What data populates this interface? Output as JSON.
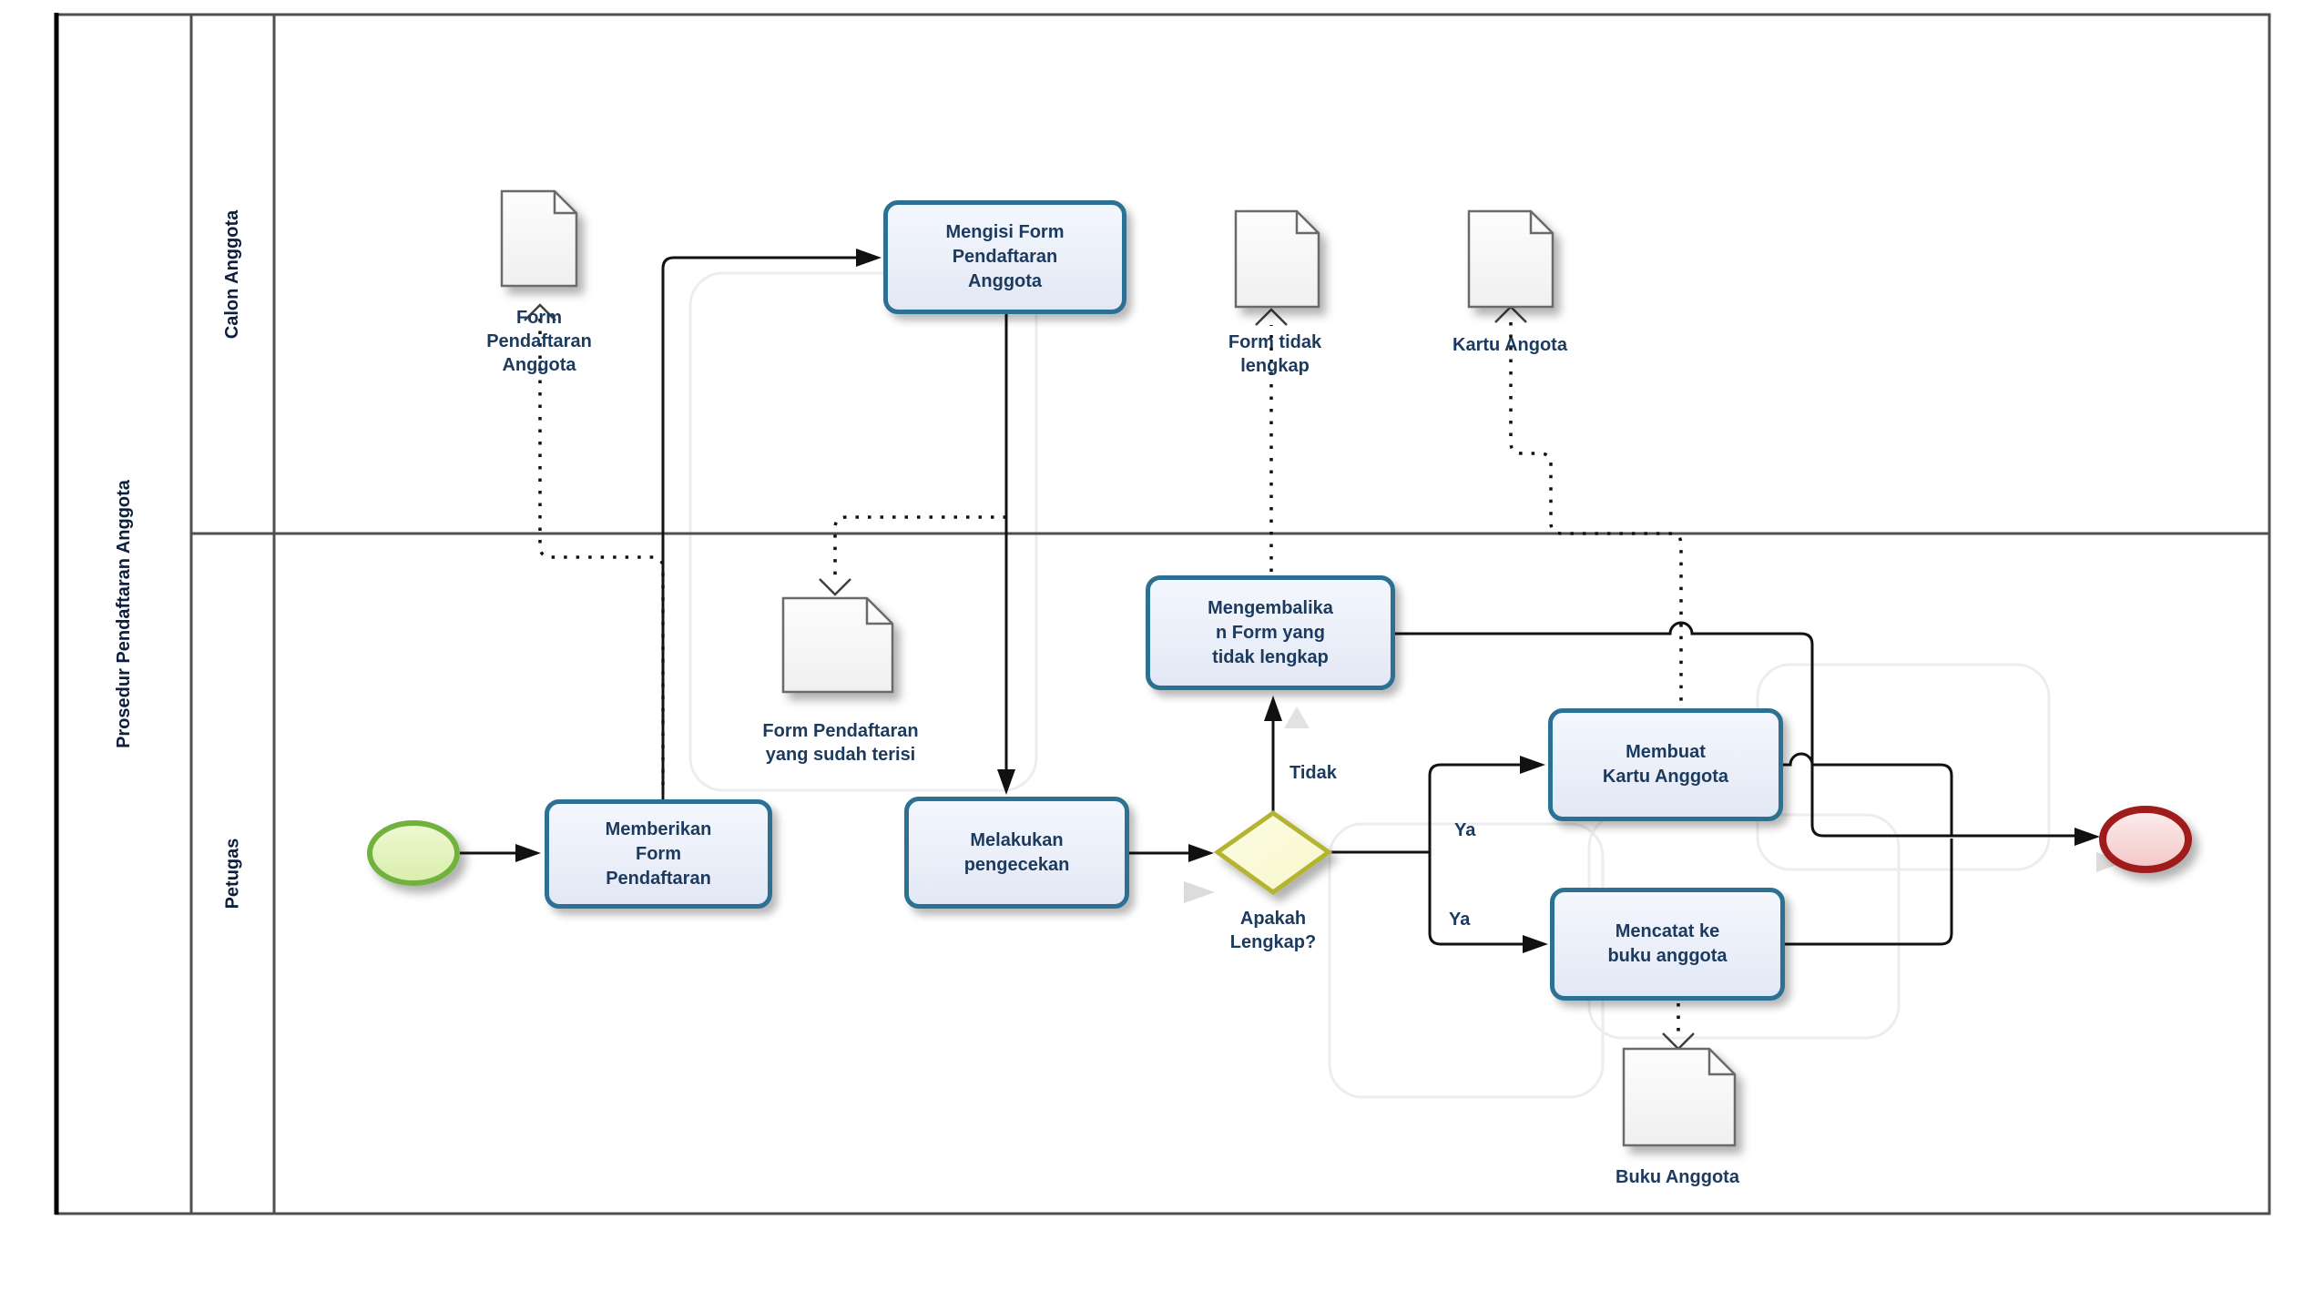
{
  "pool": {
    "title": "Prosedur Pendaftaran Anggota"
  },
  "lanes": [
    {
      "id": "calon-anggota",
      "label": "Calon Anggota"
    },
    {
      "id": "petugas",
      "label": "Petugas"
    }
  ],
  "tasks": {
    "memberikan": {
      "label": "Memberikan\nForm\nPendaftaran"
    },
    "mengisi": {
      "label": "Mengisi Form\nPendaftaran\nAnggota"
    },
    "melakukan": {
      "label": "Melakukan\npengecekan"
    },
    "mengembalikan": {
      "label": "Mengembalika\nn Form yang\ntidak lengkap"
    },
    "membuat": {
      "label": "Membuat\nKartu Anggota"
    },
    "mencatat": {
      "label": "Mencatat ke\nbuku anggota"
    }
  },
  "gateway": {
    "label": "Apakah\nLengkap?"
  },
  "events": {
    "start": "start-event",
    "end": "end-event"
  },
  "documents": {
    "form_pendaftaran": {
      "label": "Form\nPendaftaran\nAnggota"
    },
    "form_terisi": {
      "label": "Form Pendaftaran\nyang sudah terisi"
    },
    "form_tidak_lengkap": {
      "label": "Form tidak\nlengkap"
    },
    "kartu_angota": {
      "label": "Kartu Angota"
    },
    "buku_anggota": {
      "label": "Buku Anggota"
    }
  },
  "edge_labels": {
    "tidak": "Tidak",
    "ya_top": "Ya",
    "ya_bottom": "Ya"
  },
  "colors": {
    "task_border": "#2c7093",
    "task_fill": "#eef2fa",
    "gateway_border": "#b4b433",
    "gateway_fill": "#fbfbd8",
    "start_border": "#6fb23c",
    "start_fill": "#e6f5bf",
    "end_border": "#a01d1d",
    "end_fill": "#f8dddd",
    "connector": "#111111",
    "frame": "#4f4f4f",
    "text": "#1c3a5e"
  }
}
